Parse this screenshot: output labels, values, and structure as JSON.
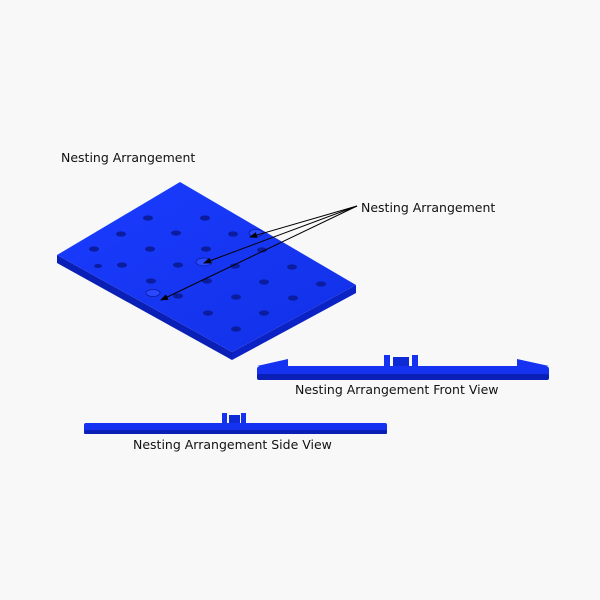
{
  "labels": {
    "top_title": "Nesting Arrangement",
    "callout": "Nesting Arrangement",
    "front_view": "Nesting Arrangement Front View",
    "side_view": "Nesting Arrangement Side View"
  },
  "colors": {
    "background": "#f8f8f8",
    "plate_top": "#1432f0",
    "plate_edge": "#0a1fb5",
    "hole": "#0b1c9e",
    "arrow": "#000000",
    "text": "#111111"
  }
}
